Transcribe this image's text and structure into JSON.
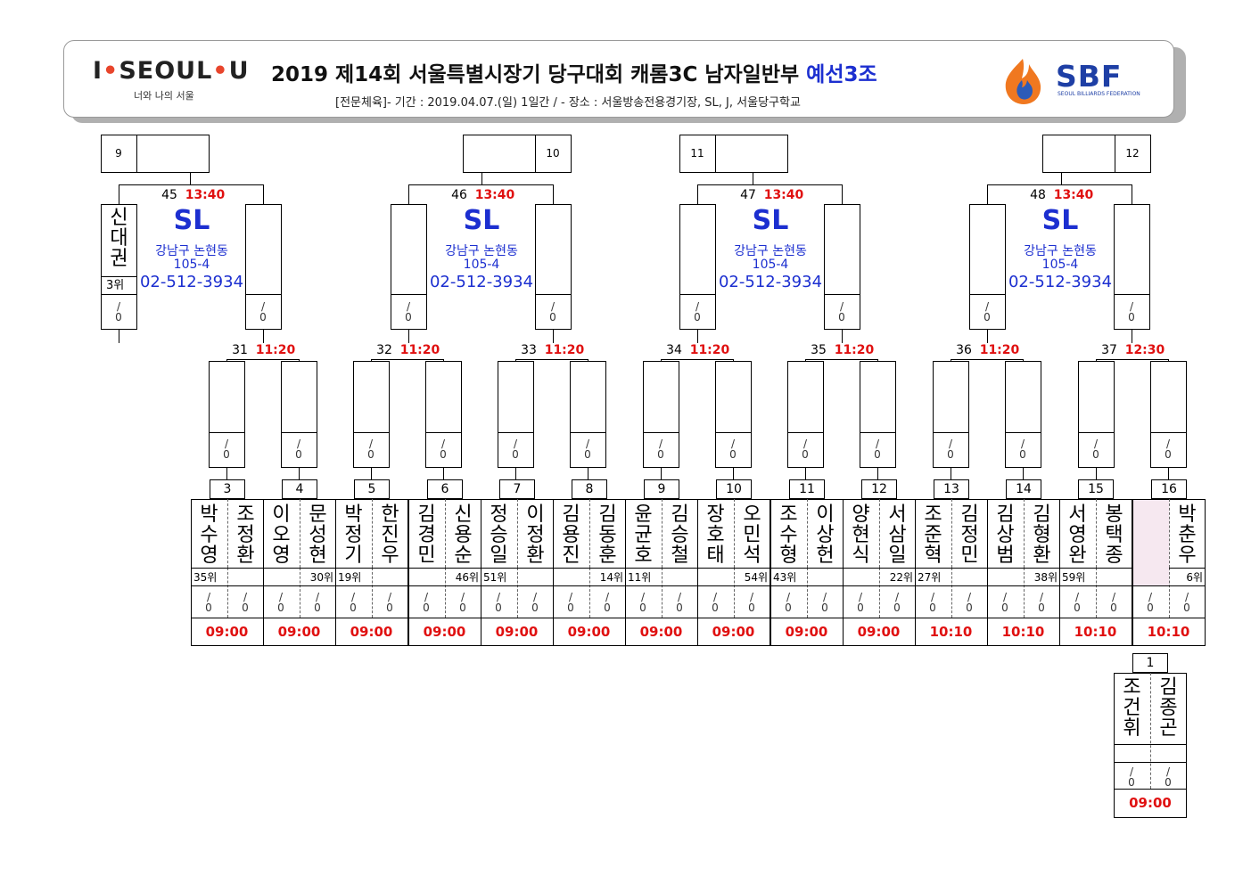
{
  "header": {
    "logo_left": "I",
    "logo_mid": "SEOUL",
    "logo_right": "U",
    "logo_sub": "너와 나의 서울",
    "title": "2019  제14회  서울특별시장기  당구대회  캐롬3C  남자일반부",
    "group": "예선3조",
    "subtitle": "[전문체육]-  기간 :  2019.04.07.(일)  1일간  /  -  장소 :  서울방송전용경기장,  SL,  J,  서울당구학교",
    "sbf": "SBF",
    "sbf_small": "SEOUL BILLIARDS FEDERATION"
  },
  "top_slots": [
    "9",
    "10",
    "11",
    "12"
  ],
  "r3": [
    {
      "no": "45",
      "time": "13:40",
      "left_name": "신대권",
      "left_rank": "3위"
    },
    {
      "no": "46",
      "time": "13:40",
      "left_name": "",
      "left_rank": ""
    },
    {
      "no": "47",
      "time": "13:40",
      "left_name": "",
      "left_rank": ""
    },
    {
      "no": "48",
      "time": "13:40",
      "left_name": "",
      "left_rank": ""
    }
  ],
  "venue": {
    "name": "SL",
    "addr1": "강남구  논현동",
    "addr2": "105-4",
    "phone": "02-512-3934"
  },
  "r2": [
    {
      "no": "31",
      "time": "11:20"
    },
    {
      "no": "32",
      "time": "11:20"
    },
    {
      "no": "33",
      "time": "11:20"
    },
    {
      "no": "34",
      "time": "11:20"
    },
    {
      "no": "35",
      "time": "11:20"
    },
    {
      "no": "36",
      "time": "11:20"
    },
    {
      "no": "37",
      "time": "12:30"
    }
  ],
  "slash": "/",
  "zero": "0",
  "r1": [
    {
      "no": "3",
      "p1": "박수영",
      "r1": "35위",
      "p2": "조정환",
      "r2": "",
      "time": "09:00"
    },
    {
      "no": "4",
      "p1": "이오영",
      "r1": "",
      "p2": "문성현",
      "r2": "30위",
      "time": "09:00"
    },
    {
      "no": "5",
      "p1": "박정기",
      "r1": "19위",
      "p2": "한진우",
      "r2": "",
      "time": "09:00"
    },
    {
      "no": "6",
      "p1": "김경민",
      "r1": "",
      "p2": "신용순",
      "r2": "46위",
      "time": "09:00"
    },
    {
      "no": "7",
      "p1": "정승일",
      "r1": "51위",
      "p2": "이정환",
      "r2": "",
      "time": "09:00"
    },
    {
      "no": "8",
      "p1": "김용진",
      "r1": "",
      "p2": "김동훈",
      "r2": "14위",
      "time": "09:00"
    },
    {
      "no": "9",
      "p1": "윤균호",
      "r1": "11위",
      "p2": "김승철",
      "r2": "",
      "time": "09:00"
    },
    {
      "no": "10",
      "p1": "장호태",
      "r1": "",
      "p2": "오민석",
      "r2": "54위",
      "time": "09:00"
    },
    {
      "no": "11",
      "p1": "조수형",
      "r1": "43위",
      "p2": "이상헌",
      "r2": "",
      "time": "09:00"
    },
    {
      "no": "12",
      "p1": "양현식",
      "r1": "",
      "p2": "서삼일",
      "r2": "22위",
      "time": "09:00"
    },
    {
      "no": "13",
      "p1": "조준혁",
      "r1": "27위",
      "p2": "김정민",
      "r2": "",
      "time": "10:10"
    },
    {
      "no": "14",
      "p1": "김상범",
      "r1": "",
      "p2": "김형환",
      "r2": "38위",
      "time": "10:10"
    },
    {
      "no": "15",
      "p1": "서영완",
      "r1": "59위",
      "p2": "봉택종",
      "r2": "",
      "time": "10:10"
    },
    {
      "no": "16",
      "p1": "",
      "r1": "",
      "p2": "박춘우",
      "r2": "6위",
      "time": "10:10"
    }
  ],
  "extra": {
    "no": "1",
    "p1": "조건휘",
    "p2": "김종곤",
    "time": "09:00"
  }
}
